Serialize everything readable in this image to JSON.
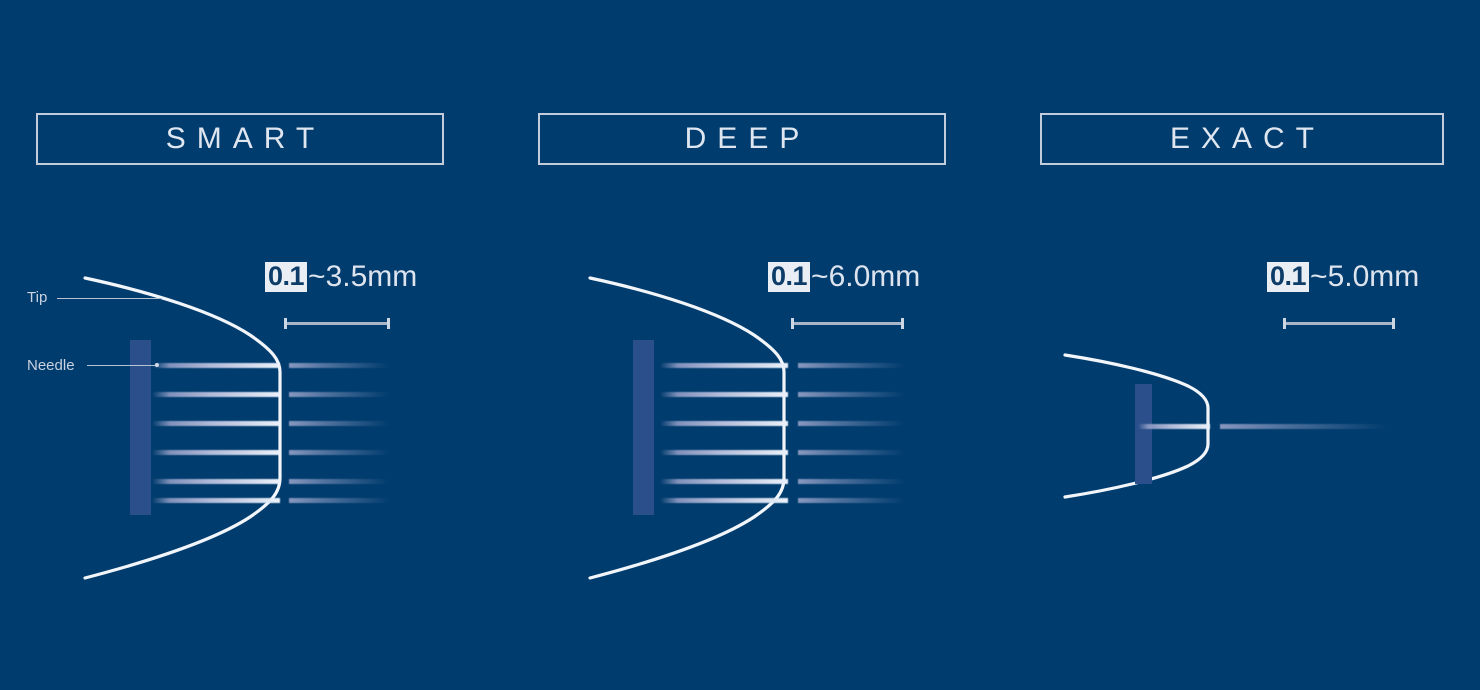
{
  "background_color": "#003c6e",
  "accent_color": "#dfe6ef",
  "needle_bar_color": "#2a4f8a",
  "panels": [
    {
      "title": "SMART",
      "depth_min": "0.1",
      "depth_rest": "~3.5mm",
      "needle_count": 6,
      "tip_label": "Tip",
      "needle_label": "Needle",
      "measure_label": "depth-range-bar"
    },
    {
      "title": "DEEP",
      "depth_min": "0.1",
      "depth_rest": "~6.0mm",
      "needle_count": 6,
      "measure_label": "depth-range-bar"
    },
    {
      "title": "EXACT",
      "depth_min": "0.1",
      "depth_rest": "~5.0mm",
      "needle_count": 1,
      "measure_label": "depth-range-bar"
    }
  ]
}
